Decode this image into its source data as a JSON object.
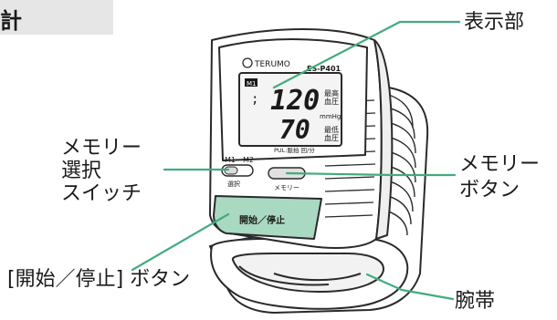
{
  "header": {
    "text": "計"
  },
  "callouts": {
    "display": "表示部",
    "memory_switch": [
      "メモリー",
      "選択",
      "スイッチ"
    ],
    "memory_button": [
      "メモリー",
      "ボタン"
    ],
    "start_stop": "[開始／停止] ボタン",
    "wristband": "腕帯"
  },
  "device": {
    "brand": "TERUMO",
    "model": "ES-P401",
    "memory_badge": "M1",
    "systolic": "120",
    "systolic_unit": [
      "最高",
      "血圧"
    ],
    "mmhg": "mmHg",
    "diastolic": "70",
    "diastolic_unit": [
      "最低",
      "血圧"
    ],
    "pulse": "PUL:脈拍 回/分",
    "switch_m1": "M1",
    "switch_m2": "M2",
    "select_label": "選択",
    "memory_label": "メモリー",
    "start_button": "開始／停止"
  },
  "colors": {
    "outline": "#2a2a2a",
    "device_body": "#ffffff",
    "lcd": "#f4f4f4",
    "start_green": "#a9d9c1",
    "leader_line": "#43ab7f",
    "header_bg": "#e6e6e6"
  }
}
